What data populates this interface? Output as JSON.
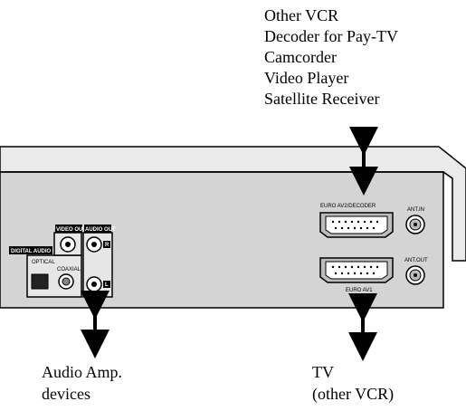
{
  "top_devices": {
    "items": [
      "Other VCR",
      "Decoder for Pay-TV",
      "Camcorder",
      "Video Player",
      "Satellite Receiver"
    ]
  },
  "bottom_left": {
    "lines": [
      "Audio Amp.",
      "devices"
    ]
  },
  "bottom_right": {
    "lines": [
      "TV",
      "(other VCR)"
    ]
  },
  "panel": {
    "euro_av2_label": "EURO AV2/DECODER",
    "euro_av1_label": "EURO AV1",
    "ant_in_label": "ANT.IN",
    "ant_out_label": "ANT.OUT",
    "digital_audio_out_label": "DIGITAL AUDIO OUT",
    "optical_label": "OPTICAL",
    "coaxial_label": "COAXIAL",
    "video_out_label": "VIDEO OUT",
    "audio_out_label": "AUDIO OUT",
    "audio_r": "R",
    "audio_l": "L"
  },
  "colors": {
    "panel_fill": "#d8d8d8",
    "outline": "#000000",
    "background": "#ffffff"
  }
}
